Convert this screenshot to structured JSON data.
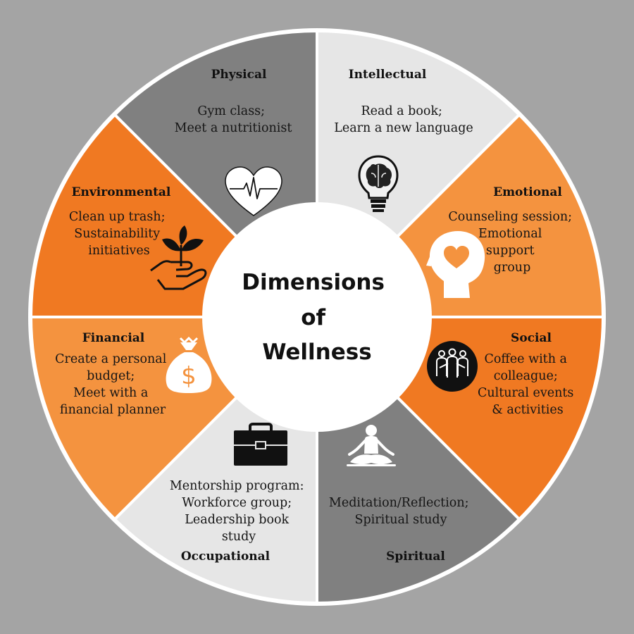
{
  "center": {
    "lines": [
      "Dimensions",
      "of",
      "Wellness"
    ]
  },
  "segments": [
    {
      "id": "physical",
      "title": "Physical",
      "body": [
        "Gym class;",
        "Meet a nutritionist"
      ],
      "color": "#808080",
      "icon": "heart-pulse-icon"
    },
    {
      "id": "intellectual",
      "title": "Intellectual",
      "body": [
        "Read a book;",
        "Learn a new language"
      ],
      "color": "#e6e6e6",
      "icon": "brain-bulb-icon"
    },
    {
      "id": "emotional",
      "title": "Emotional",
      "body": [
        "Counseling session;",
        "Emotional",
        "support",
        "group"
      ],
      "color": "#f4933f",
      "icon": "head-heart-icon"
    },
    {
      "id": "social",
      "title": "Social",
      "body": [
        "Coffee with a",
        "colleague;",
        "Cultural events",
        "& activities"
      ],
      "color": "#f07922",
      "icon": "people-group-icon"
    },
    {
      "id": "spiritual",
      "title": "Spiritual",
      "body": [
        "Meditation/Reflection;",
        "Spiritual study"
      ],
      "color": "#808080",
      "icon": "meditation-icon"
    },
    {
      "id": "occupational",
      "title": "Occupational",
      "body": [
        "Mentorship program:",
        "Workforce group;",
        "Leadership book",
        "study"
      ],
      "color": "#e6e6e6",
      "icon": "briefcase-icon"
    },
    {
      "id": "financial",
      "title": "Financial",
      "body": [
        "Create a personal",
        "budget;",
        "Meet with a",
        "financial planner"
      ],
      "color": "#f4933f",
      "icon": "money-bag-icon"
    },
    {
      "id": "environmental",
      "title": "Environmental",
      "body": [
        "Clean up trash;",
        "Sustainability",
        "initiatives"
      ],
      "color": "#f07922",
      "icon": "hand-plant-icon"
    }
  ],
  "colors": {
    "background": "#a4a4a4",
    "divider": "#ffffff",
    "center_fill": "#ffffff",
    "text": "#111111"
  }
}
